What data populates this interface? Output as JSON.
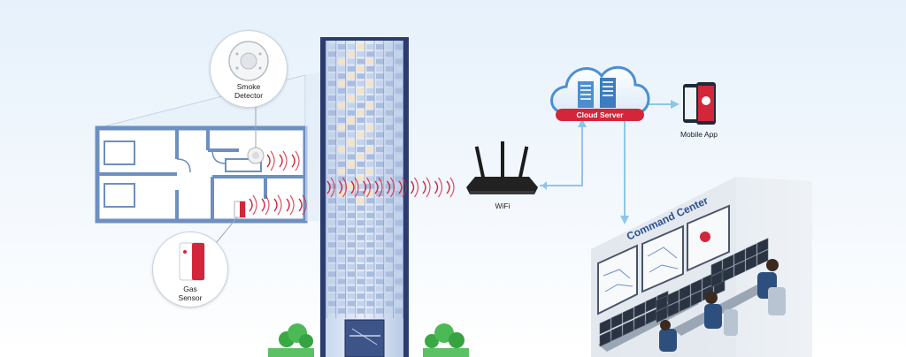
{
  "labels": {
    "smoke_detector": [
      "Smoke",
      "Detector"
    ],
    "gas_sensor": [
      "Gas",
      "Sensor"
    ],
    "wifi": "WiFi",
    "cloud_server": "Cloud Server",
    "mobile_app": "Mobile App",
    "command_center": "Command Center"
  },
  "colors": {
    "accent_red": "#d3263a",
    "building_blue": "#2b3d6e",
    "link_blue": "#8fc6e8",
    "floorplan_blue": "#6d8fc1"
  }
}
